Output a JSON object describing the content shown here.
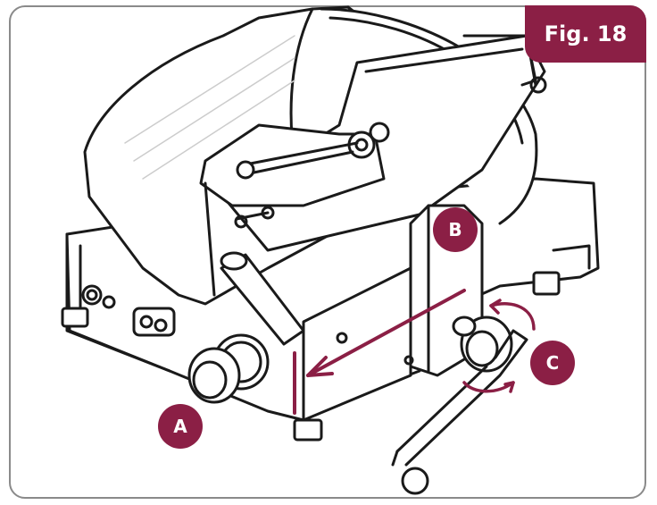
{
  "figure": {
    "badge": "Fig. 18",
    "callouts": {
      "a": "A",
      "b": "B",
      "c": "C"
    }
  },
  "colors": {
    "accent": "#8b1f45",
    "line": "#1a1a1a",
    "frame": "#8a8a8a"
  },
  "icons": [
    "meat-slicer-illustration",
    "arrow-direction-icon",
    "rotation-arrows-icon"
  ]
}
